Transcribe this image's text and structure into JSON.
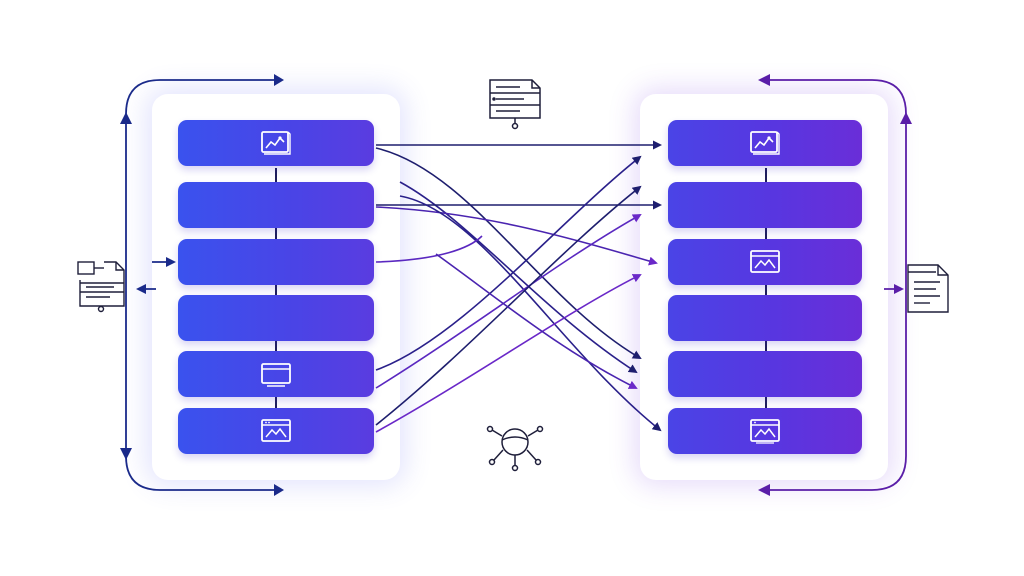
{
  "diagram": {
    "left_column": {
      "blocks": [
        {
          "icon": "chart-window-icon"
        },
        {
          "icon": ""
        },
        {
          "icon": ""
        },
        {
          "icon": ""
        },
        {
          "icon": "browser-window-icon"
        },
        {
          "icon": "image-window-icon"
        }
      ]
    },
    "right_column": {
      "blocks": [
        {
          "icon": "chart-window-icon"
        },
        {
          "icon": ""
        },
        {
          "icon": "image-window-icon"
        },
        {
          "icon": ""
        },
        {
          "icon": ""
        },
        {
          "icon": "image-window-icon"
        }
      ]
    },
    "connections": [
      {
        "from": 0,
        "to": 0
      },
      {
        "from": 0,
        "to": 4
      },
      {
        "from": 1,
        "to": 1
      },
      {
        "from": 1,
        "to": 2
      },
      {
        "from": 1,
        "to": 5
      },
      {
        "from": 2,
        "to": 3
      },
      {
        "from": 4,
        "to": 0
      },
      {
        "from": 4,
        "to": 2
      },
      {
        "from": 5,
        "to": 1
      },
      {
        "from": 5,
        "to": 3
      }
    ],
    "colors": {
      "left_accent": "#1a2a8a",
      "right_accent": "#5a1ea8",
      "block_left": "#3f4ceb",
      "block_right": "#5a38e0",
      "line_dark": "#1e1e6e",
      "line_purple": "#6a28c8"
    },
    "icons": {
      "top_center": "document-server-icon",
      "bottom_center": "network-node-icon",
      "left_side": "flow-document-icon",
      "right_side": "text-document-icon"
    }
  }
}
